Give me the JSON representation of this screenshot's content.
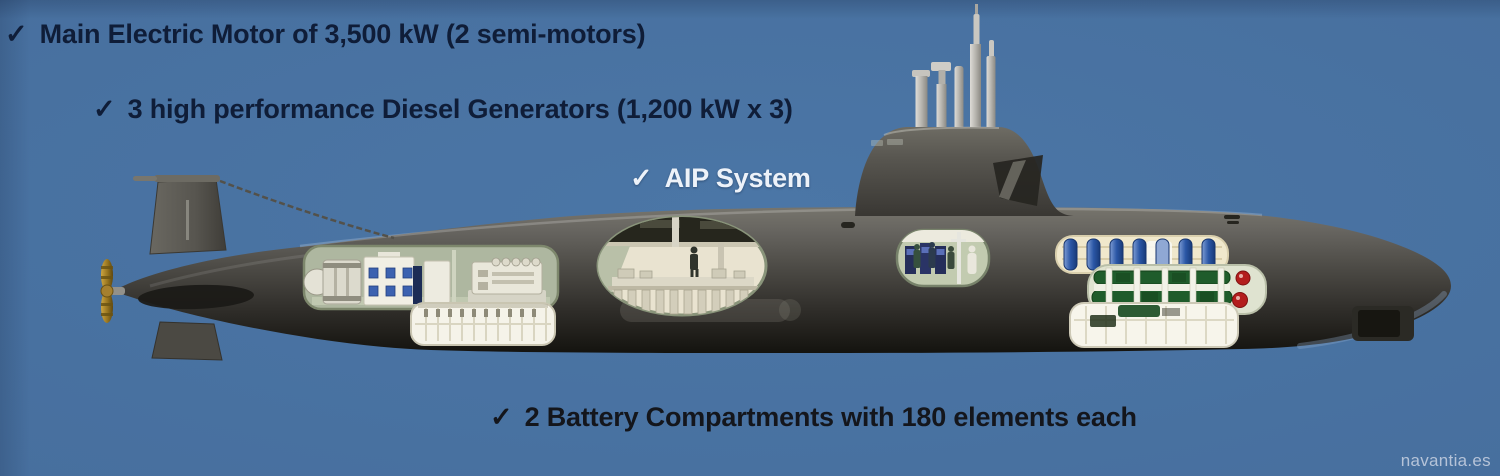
{
  "page": {
    "background_color": "#476f9e",
    "watermark": "navantia.es"
  },
  "annotations": {
    "main_motor": {
      "check": "✓",
      "text": "Main Electric Motor of 3,500 kW (2 semi-motors)"
    },
    "diesel_generators": {
      "check": "✓",
      "text": "3 high performance Diesel Generators (1,200 kW x 3)"
    },
    "aip_system": {
      "check": "✓",
      "text": "AIP System"
    },
    "battery_compartments": {
      "check": "✓",
      "text": "2 Battery Compartments with 180 elements each"
    }
  },
  "diagram": {
    "subject": "submarine-side-cutaway-illustration",
    "cutaway_sections": [
      "electric-motor-and-diesel-generator-room",
      "aft-battery-compartment",
      "aip-system-compartment",
      "control-room",
      "torpedo-stowage-and-tubes",
      "forward-battery-compartment"
    ],
    "colors": {
      "annotation_dark": "#0f1d38",
      "annotation_light": "#edf2f9",
      "hull_light": "#716f68",
      "hull_dark": "#14130f",
      "cutaway_sage": "#aeb7a0",
      "cutaway_cream": "#e9e3d0",
      "battery_white": "#f6f4ea",
      "torpedo_blue": "#2b57a6",
      "tube_green": "#1f5c2b",
      "tube_cap_red": "#b31d1d",
      "propeller_gold": "#a5802f"
    }
  }
}
